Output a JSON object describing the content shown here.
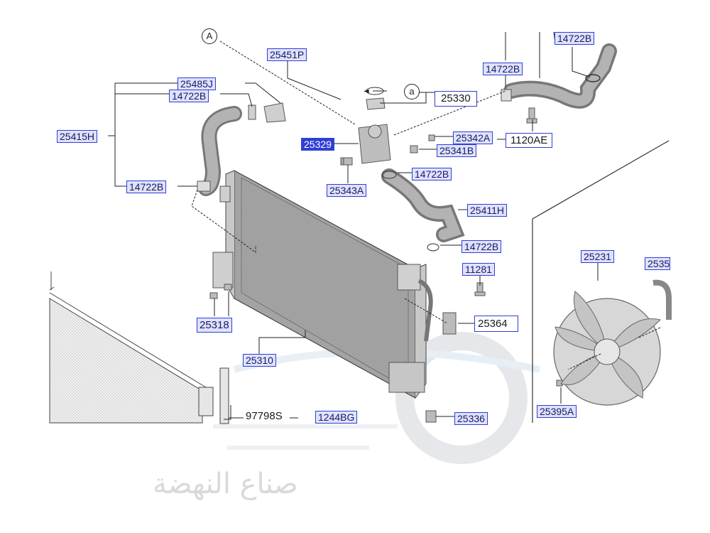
{
  "callouts": {
    "A": "A",
    "a": "a"
  },
  "parts": {
    "p25451P": "25451P",
    "p25485J": "25485J",
    "p14722B_1": "14722B",
    "p25415H": "25415H",
    "p14722B_2": "14722B",
    "p14722B_3": "14722B",
    "p14722B_4": "14722B",
    "p25330": "25330",
    "p25342A": "25342A",
    "p1120AE": "1120AE",
    "p25329": "25329",
    "p25341B": "25341B",
    "p14722B_5": "14722B",
    "p25343A": "25343A",
    "p25411H": "25411H",
    "p14722B_6": "14722B",
    "p11281": "11281",
    "p25231": "25231",
    "p2535": "2535",
    "p25318": "25318",
    "p25364": "25364",
    "p25310": "25310",
    "p97798S": "97798S",
    "p1244BG": "1244BG",
    "p25336": "25336",
    "p25395A": "25395A"
  },
  "colors": {
    "label_border": "#2f3fd6",
    "label_fill": "#dfe2ff",
    "selected_fill": "#2f3fd6"
  },
  "watermark": "صناع النهضة"
}
